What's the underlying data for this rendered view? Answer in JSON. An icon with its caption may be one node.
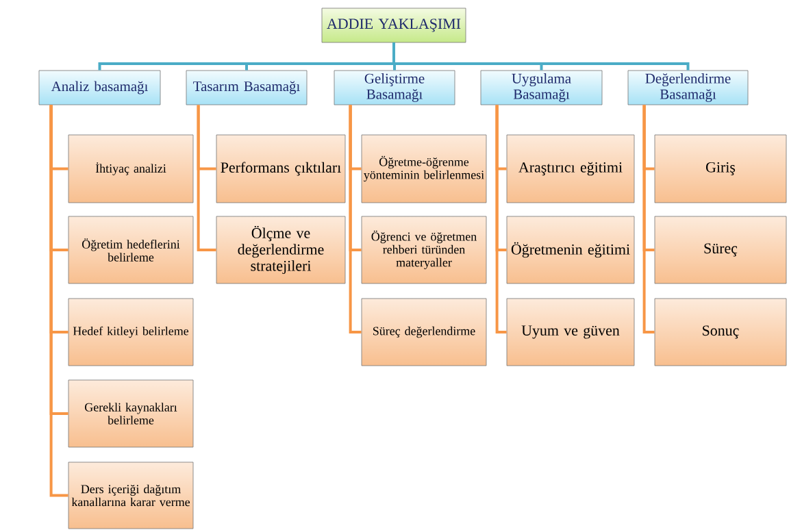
{
  "diagram": {
    "nodes": [
      {
        "text": [
          "ADDIE YAKLAŞIMI"
        ]
      },
      {
        "text": [
          "Analiz basamağı"
        ]
      },
      {
        "text": [
          "Tasarım Basamağı"
        ]
      },
      {
        "text": [
          "Geliştirme Basamağı"
        ]
      },
      {
        "text": [
          "Uygulama Basamağı"
        ]
      },
      {
        "text": [
          "Değerlendirme Basamağı"
        ]
      },
      {
        "text": [
          "İhtiyaç analizi"
        ]
      },
      {
        "text": [
          "Öğretim hedeflerini belirleme"
        ]
      },
      {
        "text": [
          "Hedef kitleyi belirleme"
        ]
      },
      {
        "text": [
          "Gerekli kaynakları belirleme"
        ]
      },
      {
        "text": [
          "Ders içeriği dağıtım kanallarına karar verme"
        ]
      },
      {
        "text": [
          "Performans çıktıları"
        ]
      },
      {
        "text": [
          "Ölçme ve değerlendirme stratejileri"
        ]
      },
      {
        "text": [
          "Öğretme-öğrenme yönteminin belirlenmesi"
        ]
      },
      {
        "text": [
          "Öğrenci ve öğretmen rehberi türünden materyaller"
        ]
      },
      {
        "text": [
          "Süreç değerlendirme"
        ]
      },
      {
        "text": [
          "Araştırıcı eğitimi"
        ]
      },
      {
        "text": [
          "Öğretmenin eğitimi"
        ]
      },
      {
        "text": [
          "Uyum ve güven"
        ]
      },
      {
        "text": [
          "Giriş"
        ]
      },
      {
        "text": [
          "Süreç"
        ]
      },
      {
        "text": [
          "Sonuç"
        ]
      }
    ],
    "edges": [
      {
        "from": 0,
        "to": 1,
        "arrow": "none",
        "color": "#4bacc6"
      },
      {
        "from": 0,
        "to": 2,
        "arrow": "none",
        "color": "#4bacc6"
      },
      {
        "from": 0,
        "to": 3,
        "arrow": "none",
        "color": "#4bacc6"
      },
      {
        "from": 0,
        "to": 4,
        "arrow": "none",
        "color": "#4bacc6"
      },
      {
        "from": 0,
        "to": 5,
        "arrow": "none",
        "color": "#4bacc6"
      },
      {
        "from": 1,
        "to": 6,
        "arrow": "none"
      },
      {
        "from": 1,
        "to": 7,
        "arrow": "none"
      },
      {
        "from": 1,
        "to": 8,
        "arrow": "none"
      },
      {
        "from": 1,
        "to": 9,
        "arrow": "none"
      },
      {
        "from": 1,
        "to": 10,
        "arrow": "none"
      },
      {
        "from": 2,
        "to": 11,
        "arrow": "none"
      },
      {
        "from": 2,
        "to": 12,
        "arrow": "none"
      },
      {
        "from": 3,
        "to": 13,
        "arrow": "none"
      },
      {
        "from": 3,
        "to": 14,
        "arrow": "none"
      },
      {
        "from": 3,
        "to": 15,
        "arrow": "none"
      },
      {
        "from": 4,
        "to": 16,
        "arrow": "none"
      },
      {
        "from": 4,
        "to": 17,
        "arrow": "none"
      },
      {
        "from": 4,
        "to": 18,
        "arrow": "none"
      },
      {
        "from": 5,
        "to": 19,
        "arrow": "none"
      },
      {
        "from": 5,
        "to": 20,
        "arrow": "none"
      },
      {
        "from": 5,
        "to": 21,
        "arrow": "none"
      }
    ]
  }
}
